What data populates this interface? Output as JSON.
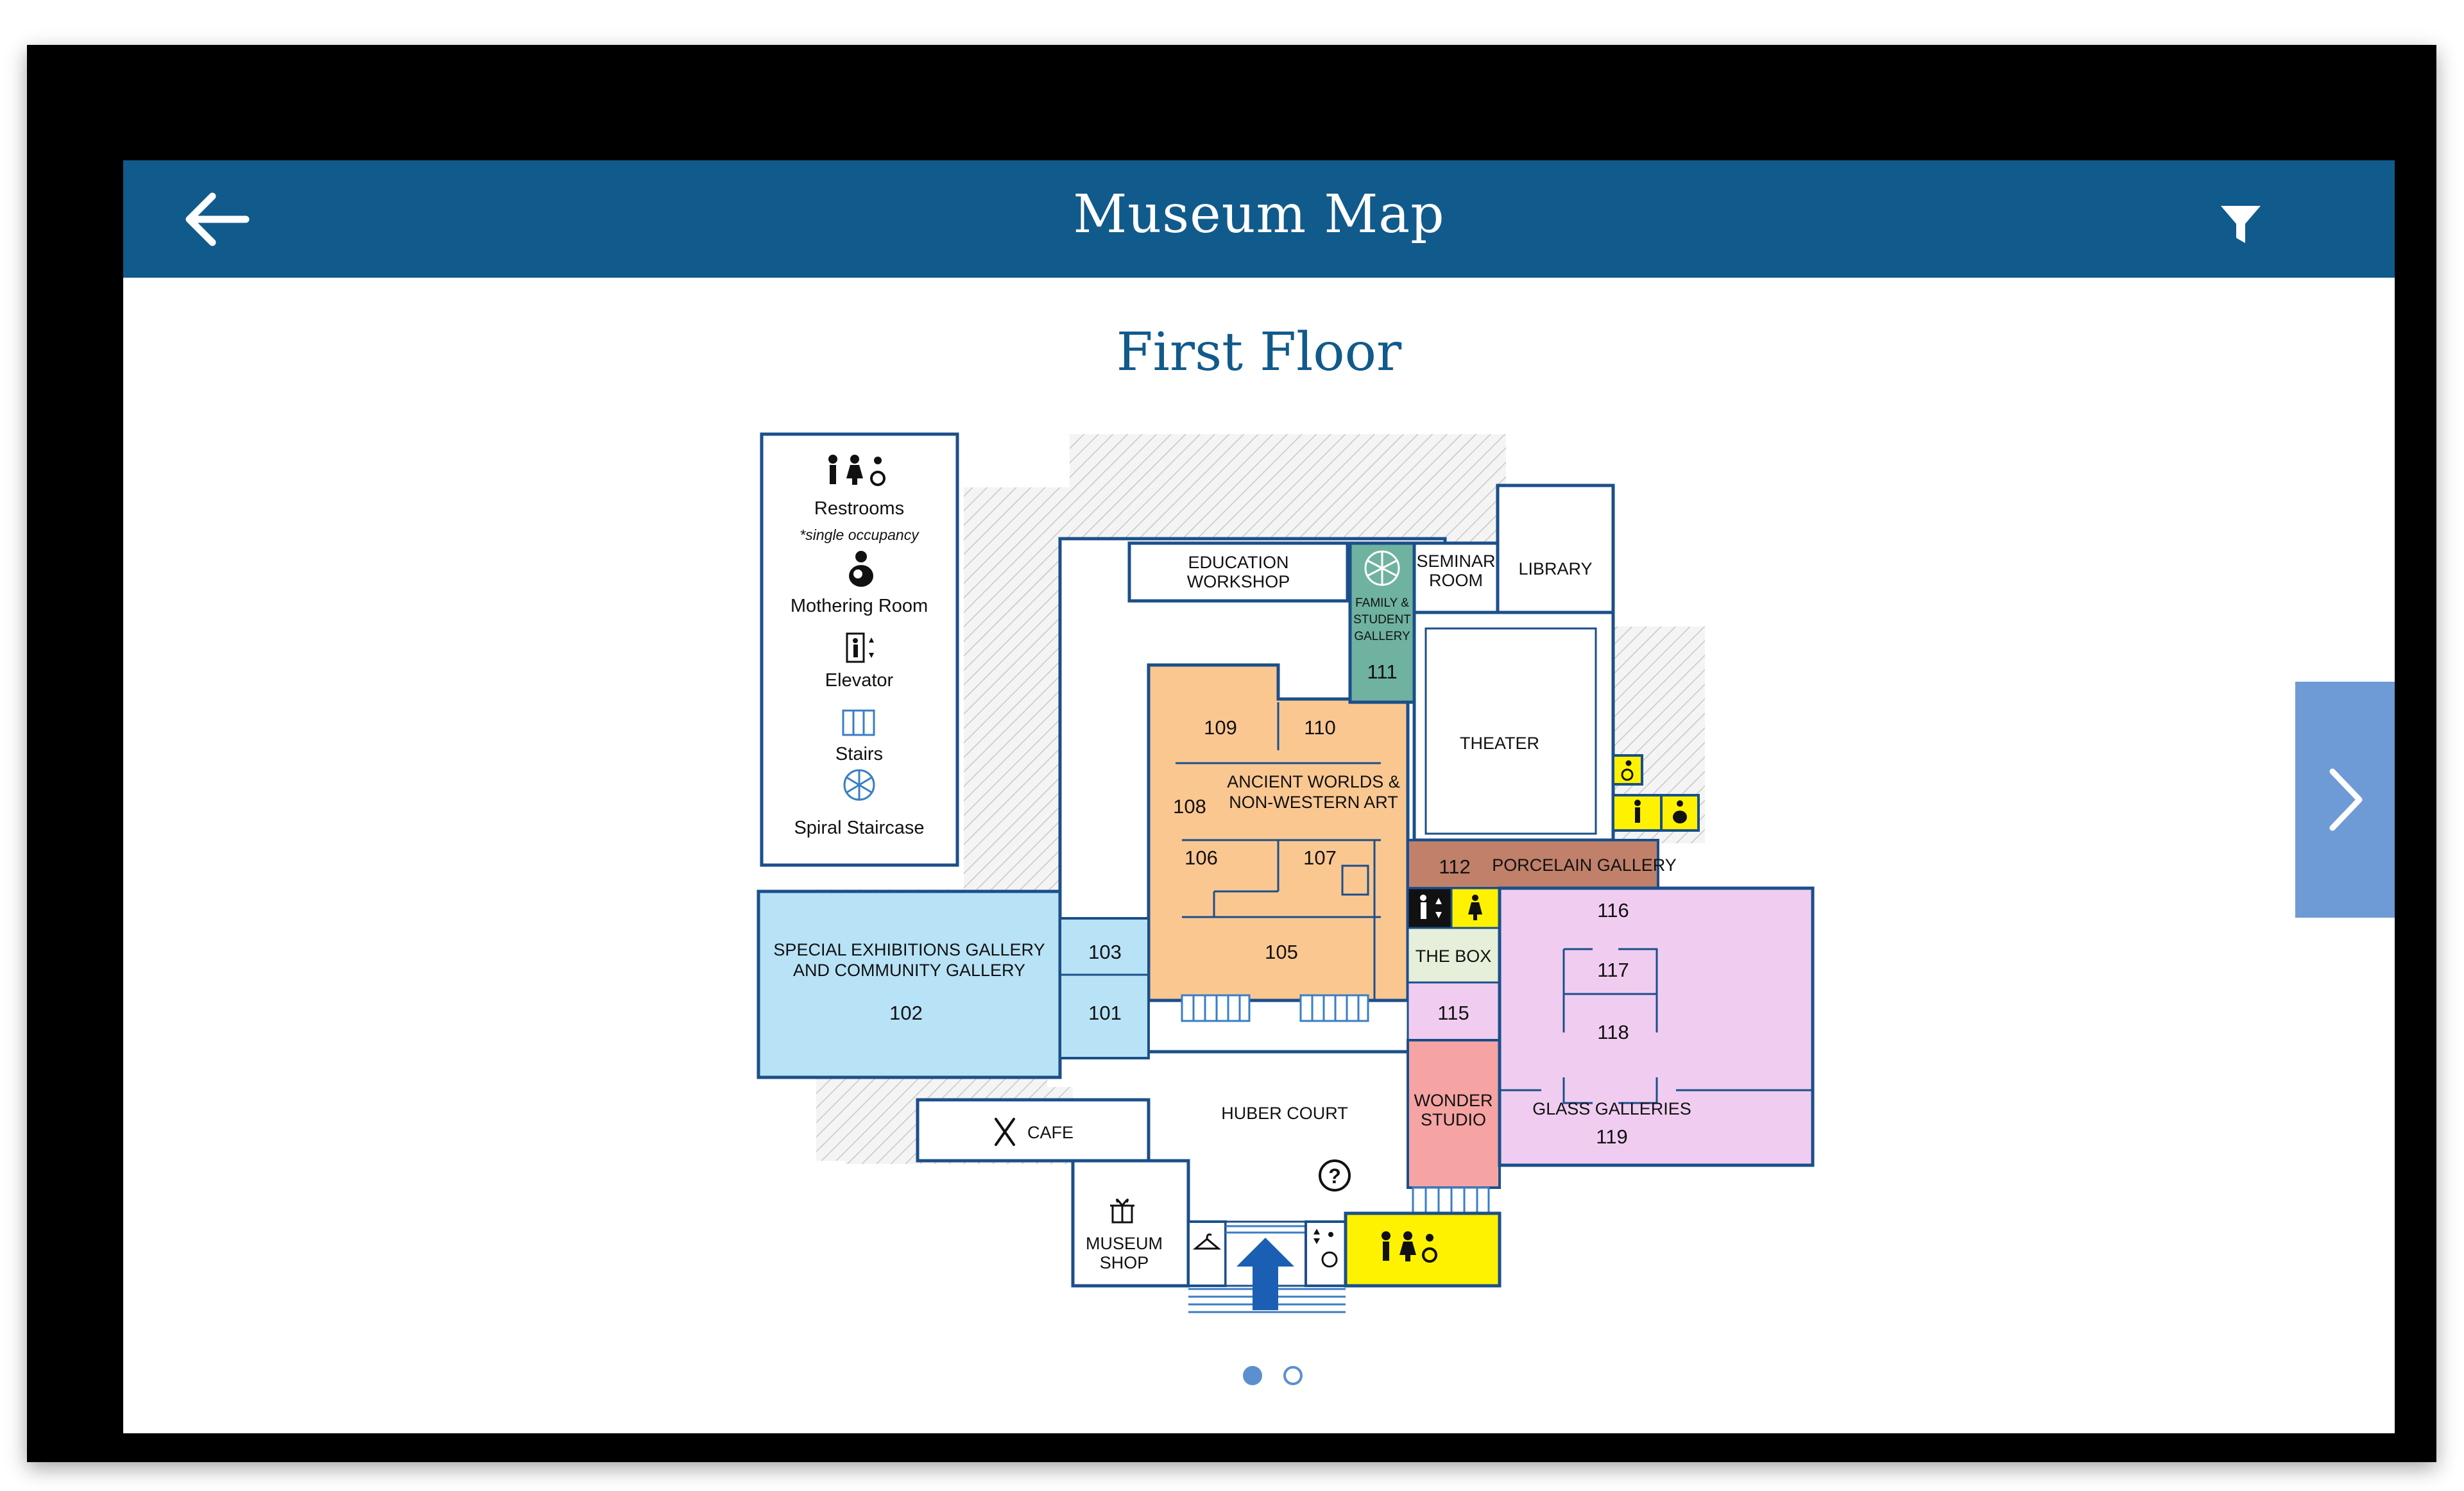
{
  "app_bar": {
    "title": "Museum Map",
    "back_icon": "arrow-left-icon",
    "filter_icon": "filter-funnel-icon"
  },
  "floor_title": "First Floor",
  "legend": {
    "restrooms": "Restrooms",
    "single_occupancy": "*single occupancy",
    "mothering_room": "Mothering Room",
    "elevator": "Elevator",
    "stairs": "Stairs",
    "spiral_staircase": "Spiral Staircase"
  },
  "rooms": {
    "education_workshop_1": "EDUCATION",
    "education_workshop_2": "WORKSHOP",
    "seminar_room_1": "SEMINAR",
    "seminar_room_2": "ROOM",
    "library": "LIBRARY",
    "family_1": "FAMILY &",
    "family_2": "STUDENT",
    "family_3": "GALLERY",
    "r111": "111",
    "r109": "109",
    "r110": "110",
    "ancient_1": "ANCIENT WORLDS &",
    "ancient_2": "NON-WESTERN ART",
    "r108": "108",
    "r106": "106",
    "r107": "107",
    "r105": "105",
    "theater": "THEATER",
    "r112": "112",
    "porcelain": "PORCELAIN GALLERY",
    "r116": "116",
    "r117": "117",
    "r118": "118",
    "the_box": "THE BOX",
    "r115": "115",
    "wonder_1": "WONDER",
    "wonder_2": "STUDIO",
    "glass": "GLASS GALLERIES",
    "r119": "119",
    "special_1": "SPECIAL EXHIBITIONS GALLERY",
    "special_2": "AND COMMUNITY GALLERY",
    "r102": "102",
    "r103": "103",
    "r101": "101",
    "huber_court": "HUBER COURT",
    "cafe": "CAFE",
    "museum_shop_1": "MUSEUM",
    "museum_shop_2": "SHOP"
  },
  "colors": {
    "header": "#115a8c",
    "ancient": "#fbc791",
    "special": "#b8e2f6",
    "glass": "#f0cdf0",
    "family": "#6fb2a0",
    "porcelain": "#c0806a",
    "wonder": "#f5a3a3",
    "the_box": "#e5efd9",
    "facility": "#fff200",
    "outline": "#1b4f8a",
    "entrance_arrow": "#1a5fb4",
    "pager": "#5b8fcf"
  },
  "pager": {
    "pages": 2,
    "current": 1
  },
  "next_icon": "chevron-right-icon"
}
